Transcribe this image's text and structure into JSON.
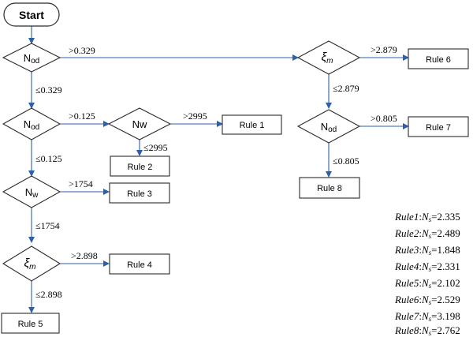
{
  "start": {
    "label": "Start"
  },
  "decisions": {
    "n1": {
      "label": "Nod",
      "main": "N",
      "sub": "od"
    },
    "n2": {
      "label": "Nod",
      "main": "N",
      "sub": "od"
    },
    "n3": {
      "label": "Nw",
      "main": "Nw",
      "sub": ""
    },
    "n4": {
      "label": "Nw",
      "main": "N",
      "sub": "w"
    },
    "n5": {
      "label": "ξm",
      "main": "ξ",
      "sub": "m"
    },
    "n6": {
      "label": "ξm",
      "main": "ξ",
      "sub": "m"
    },
    "n7": {
      "label": "Nod",
      "main": "N",
      "sub": "od"
    }
  },
  "rules": {
    "r1": "Rule 1",
    "r2": "Rule 2",
    "r3": "Rule 3",
    "r4": "Rule 4",
    "r5": "Rule 5",
    "r6": "Rule 6",
    "r7": "Rule 7",
    "r8": "Rule 8"
  },
  "edges": {
    "n1_right": ">0.329",
    "n1_down": "≤0.329",
    "n2_right": ">0.125",
    "n2_down": "≤0.125",
    "n3_right": ">2995",
    "n3_down": "≤2995",
    "n4_right": ">1754",
    "n4_down": "≤1754",
    "n5_right": ">2.898",
    "n5_down": "≤2.898",
    "n6_right": ">2.879",
    "n6_down": "≤2.879",
    "n7_right": ">0.805",
    "n7_down": "≤0.805"
  },
  "legend": [
    {
      "rule": "Rule1",
      "var": "N",
      "sub": "s",
      "value": "2.335"
    },
    {
      "rule": "Rule2",
      "var": "N",
      "sub": "s",
      "value": "2.489"
    },
    {
      "rule": "Rule3",
      "var": "N",
      "sub": "s",
      "value": "1.848"
    },
    {
      "rule": "Rule4",
      "var": "N",
      "sub": "s",
      "value": "2.331"
    },
    {
      "rule": "Rule5",
      "var": "N",
      "sub": "s",
      "value": "2.102"
    },
    {
      "rule": "Rule6",
      "var": "N",
      "sub": "s",
      "value": "2.529"
    },
    {
      "rule": "Rule7",
      "var": "N",
      "sub": "s",
      "value": "3.198"
    },
    {
      "rule": "Rule8",
      "var": "N",
      "sub": "s",
      "value": "2.762"
    }
  ],
  "colors": {
    "edge": "#2e5fa8",
    "outline": "#2a2a2a"
  }
}
